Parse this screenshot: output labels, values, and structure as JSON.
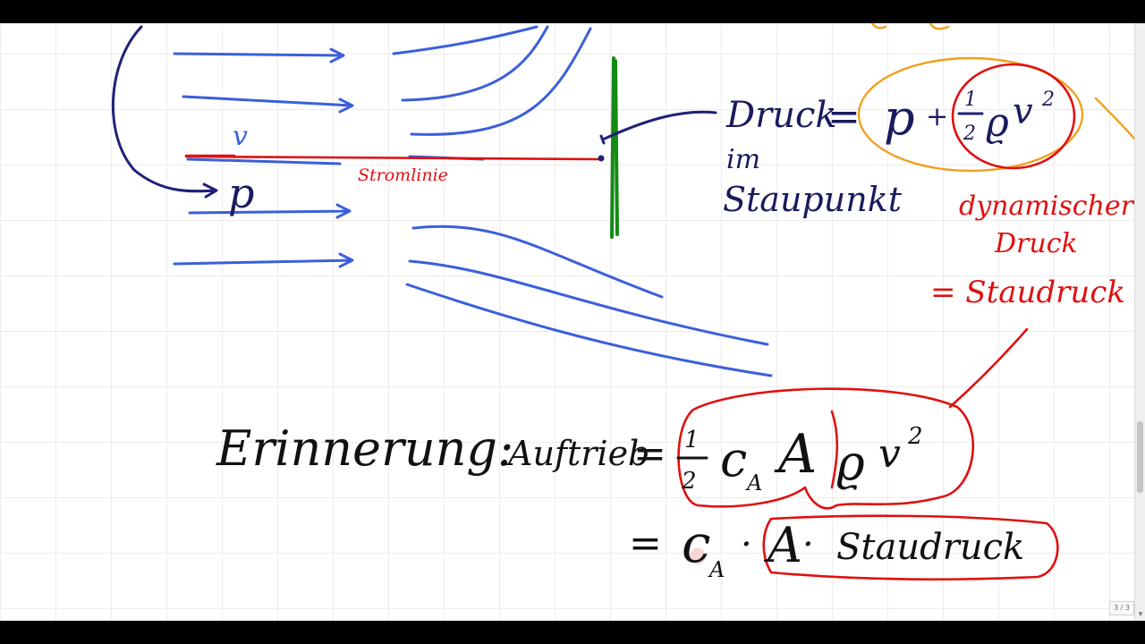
{
  "toolbar": {
    "page_indicator": "3 / 3"
  },
  "sketch": {
    "label_v": "v",
    "label_p": "p",
    "stromlinie": "Stromlinie",
    "druck_word": "Druck",
    "druck_eq": "=",
    "druck_p": "p",
    "druck_plus": "+",
    "half_num": "1",
    "half_den": "2",
    "rho": "ϱ",
    "v": "v",
    "exp2": "2",
    "im": "im",
    "staupunkt": "Staupunkt",
    "dyn_line1": "dynamischer",
    "dyn_line2": "Druck",
    "dyn_line3": "= Staudruck"
  },
  "formula": {
    "erinnerung": "Erinnerung:",
    "auftrieb": "Auftrieb",
    "eq": "=",
    "half_num": "1",
    "half_den": "2",
    "c": "c",
    "sub_a": "A",
    "A": "A",
    "rho": "ϱ",
    "v": "v",
    "exp2": "2",
    "eq2": "=",
    "dot1": "·",
    "dot2": "·",
    "staudruck": "Staudruck"
  },
  "colors": {
    "streamlines": "#3b5fdb",
    "annotation_red": "#e01010",
    "plate_green": "#138a13",
    "pointer_navy": "#20207a",
    "highlight_orange": "#f0a020"
  }
}
